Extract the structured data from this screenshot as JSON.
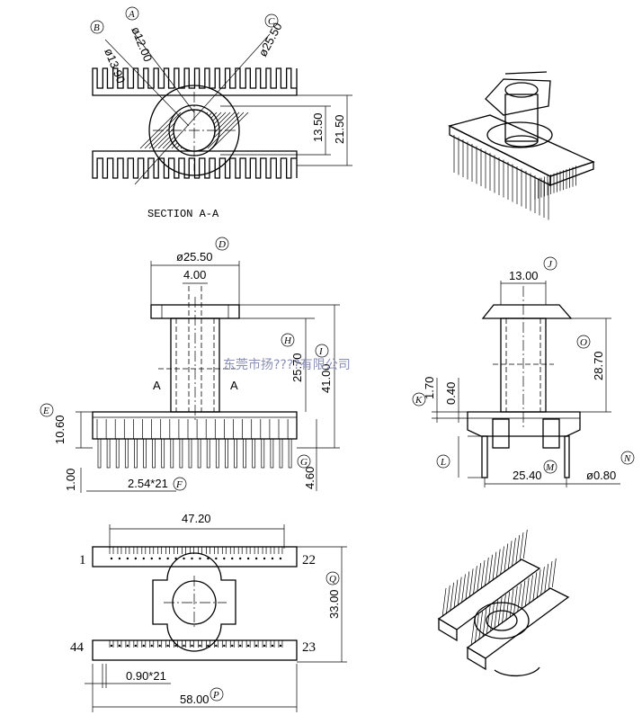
{
  "section_label": "SECTION A-A",
  "watermark": "东莞市扬????有限公司",
  "callouts": {
    "A": "A",
    "B": "B",
    "C": "C",
    "D": "D",
    "E": "E",
    "F": "F",
    "G": "G",
    "H": "H",
    "I": "I",
    "J": "J",
    "K": "K",
    "L": "L",
    "M": "M",
    "N": "N",
    "O": "O",
    "P": "P",
    "Q": "Q"
  },
  "dims": {
    "phi_12_00": "ø12.00",
    "phi_13_90": "ø13.90",
    "phi_25_50_top": "ø25.50",
    "d_13_50": "13.50",
    "d_21_50": "21.50",
    "phi_25_50_front": "ø25.50",
    "d_4_00": "4.00",
    "d_25_70": "25.70",
    "d_41_00": "41.00",
    "d_10_60": "10.60",
    "d_1_00": "1.00",
    "pitch_front": "2.54*21",
    "d_4_60": "4.60",
    "d_13_00": "13.00",
    "d_28_70": "28.70",
    "d_1_70": "1.70",
    "d_0_40": "0.40",
    "d_25_40": "25.40",
    "phi_0_80": "ø0.80",
    "d_47_20": "47.20",
    "d_33_00": "33.00",
    "pitch_bottom": "0.90*21",
    "d_58_00": "58.00"
  },
  "section_marks": {
    "left": "A",
    "right": "A"
  },
  "pins": {
    "p1": "1",
    "p22": "22",
    "p44": "44",
    "p23": "23"
  }
}
